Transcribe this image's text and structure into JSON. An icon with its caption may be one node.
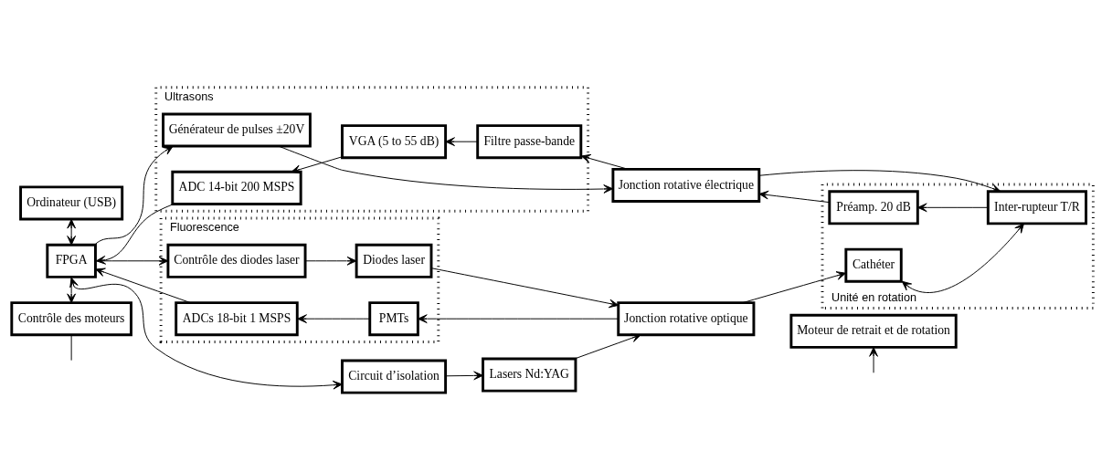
{
  "diagram": {
    "nodes": [
      {
        "text": [
          "Ordinateur (USB)"
        ]
      },
      {
        "text": [
          "FPGA"
        ]
      },
      {
        "text": [
          "Contrôle des moteurs"
        ]
      },
      {
        "text": [
          "Ultrasons"
        ]
      },
      {
        "text": [
          "Générateur de pulses ±20V"
        ],
        "in": 3
      },
      {
        "text": [
          "ADC 14-bit 200 MSPS"
        ],
        "in": 3
      },
      {
        "text": [
          "VGA (5 to 55 dB)"
        ],
        "in": 3
      },
      {
        "text": [
          "Filtre passe-bande"
        ],
        "in": 3
      },
      {
        "text": [
          "Fluorescence"
        ]
      },
      {
        "text": [
          "Contrôle des diodes laser"
        ],
        "in": 8
      },
      {
        "text": [
          "Diodes laser"
        ],
        "in": 8
      },
      {
        "text": [
          "ADCs 18-bit 1 MSPS"
        ],
        "in": 8
      },
      {
        "text": [
          "PMTs"
        ],
        "in": 8
      },
      {
        "text": [
          "Circuit d’isolation"
        ]
      },
      {
        "text": [
          "Lasers Nd:YAG"
        ]
      },
      {
        "text": [
          "Jonction rotative électrique"
        ]
      },
      {
        "text": [
          "Jonction rotative optique"
        ]
      },
      {
        "text": [
          "Unité en rotation"
        ]
      },
      {
        "text": [
          "Préamp. 20 dB"
        ],
        "in": 17
      },
      {
        "text": [
          "Inter-rupteur T/R"
        ],
        "in": 17
      },
      {
        "text": [
          "Cathéter"
        ],
        "in": 17
      },
      {
        "text": [
          "Moteur de retrait et de rotation"
        ]
      }
    ],
    "edges": [
      {
        "from": 0,
        "to": 1,
        "arrow": "both"
      },
      {
        "from": 1,
        "to": 4,
        "arrow": "to"
      },
      {
        "from": 5,
        "to": 1,
        "arrow": "to"
      },
      {
        "from": 7,
        "to": 6,
        "arrow": "to"
      },
      {
        "from": 6,
        "to": 5,
        "arrow": "to"
      },
      {
        "from": 4,
        "to": 15,
        "arrow": "to"
      },
      {
        "from": 15,
        "to": 7,
        "arrow": "to"
      },
      {
        "from": 15,
        "to": 19,
        "arrow": "to"
      },
      {
        "from": 19,
        "to": 18,
        "arrow": "to"
      },
      {
        "from": 18,
        "to": 15,
        "arrow": "to"
      },
      {
        "from": 19,
        "to": 20,
        "arrow": "both"
      },
      {
        "from": 1,
        "to": 9,
        "arrow": "to"
      },
      {
        "from": 11,
        "to": 1,
        "arrow": "to"
      },
      {
        "from": 1,
        "to": 13,
        "arrow": "both"
      },
      {
        "from": 9,
        "to": 10,
        "arrow": "to"
      },
      {
        "from": 12,
        "to": 11,
        "arrow": "to"
      },
      {
        "from": 13,
        "to": 14,
        "arrow": "to"
      },
      {
        "from": 10,
        "to": 16,
        "arrow": "to"
      },
      {
        "from": 14,
        "to": 16,
        "arrow": "to"
      },
      {
        "from": 16,
        "to": 12,
        "arrow": "to"
      },
      {
        "from": 16,
        "to": 20,
        "arrow": "to"
      },
      {
        "from": 1,
        "to": 2,
        "arrow": "to"
      },
      {
        "from": 2,
        "to": null,
        "arrow": "none"
      },
      {
        "from": null,
        "to": 21,
        "arrow": "to"
      }
    ]
  }
}
